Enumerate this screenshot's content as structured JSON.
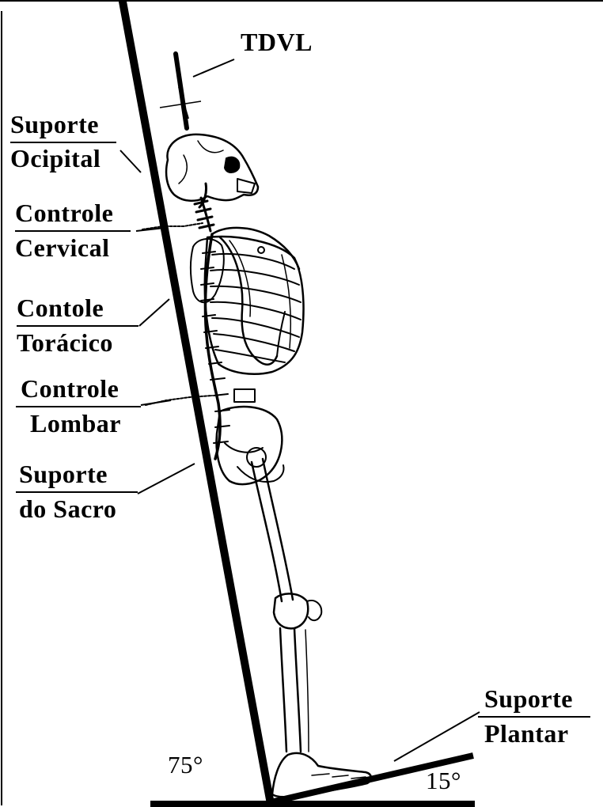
{
  "colors": {
    "ink": "#000000",
    "background": "#ffffff"
  },
  "figure": {
    "labels": {
      "tdvl": "TDVL",
      "suporte_ocipital": {
        "line1": "Suporte",
        "line2": "Ocipital"
      },
      "controle_cervical": {
        "line1": "Controle",
        "line2": "Cervical"
      },
      "contole_toracico": {
        "line1": "Contole",
        "line2": "Torácico"
      },
      "controle_lombar": {
        "line1": "Controle",
        "line2": "Lombar"
      },
      "suporte_sacro": {
        "line1": "Suporte",
        "line2": "do Sacro"
      },
      "suporte_plantar": {
        "line1": "Suporte",
        "line2": "Plantar"
      }
    },
    "angles": {
      "board_angle": "75°",
      "footplate_angle": "15°"
    },
    "illustration": "skeleton-on-tilted-standing-frame"
  }
}
